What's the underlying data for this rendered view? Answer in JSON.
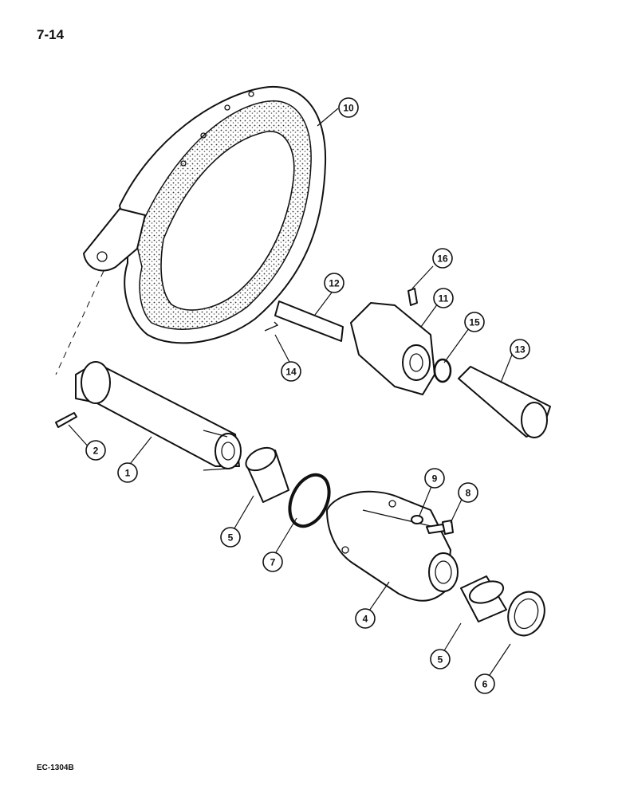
{
  "page": {
    "number": "7-14",
    "figure_code": "EC-1304B"
  },
  "callouts": [
    {
      "id": "c1",
      "label": "1"
    },
    {
      "id": "c2",
      "label": "2"
    },
    {
      "id": "c4",
      "label": "4"
    },
    {
      "id": "c5a",
      "label": "5"
    },
    {
      "id": "c5b",
      "label": "5"
    },
    {
      "id": "c6",
      "label": "6"
    },
    {
      "id": "c7",
      "label": "7"
    },
    {
      "id": "c8",
      "label": "8"
    },
    {
      "id": "c9",
      "label": "9"
    },
    {
      "id": "c10",
      "label": "10"
    },
    {
      "id": "c11",
      "label": "11"
    },
    {
      "id": "c12",
      "label": "12"
    },
    {
      "id": "c13",
      "label": "13"
    },
    {
      "id": "c14",
      "label": "14"
    },
    {
      "id": "c15",
      "label": "15"
    },
    {
      "id": "c16",
      "label": "16"
    }
  ]
}
